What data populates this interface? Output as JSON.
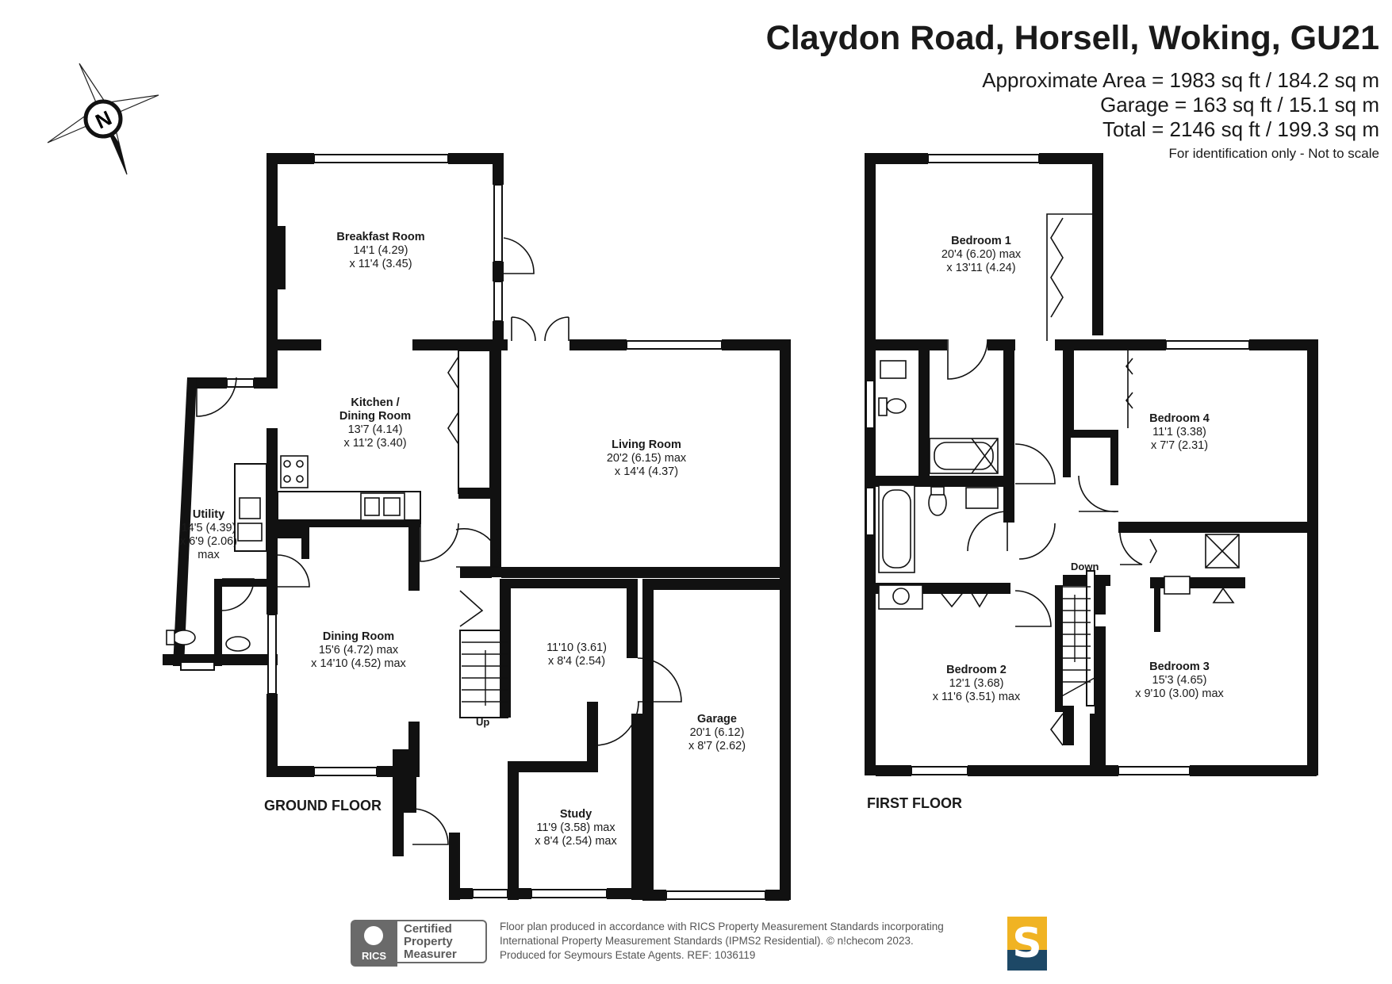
{
  "header": {
    "title": "Claydon Road, Horsell, Woking, GU21",
    "approx_area": "Approximate Area = 1983 sq ft / 184.2 sq m",
    "garage_area": "Garage = 163 sq ft / 15.1 sq m",
    "total_area": "Total = 2146 sq ft / 199.3 sq m",
    "note": "For identification only - Not to scale"
  },
  "compass": {
    "label": "N"
  },
  "ground_floor": {
    "label": "GROUND FLOOR",
    "rooms": [
      {
        "name": "Breakfast  Room",
        "dim1": "14'1 (4.29)",
        "dim2": "x 11'4 (3.45)"
      },
      {
        "name": "Kitchen /",
        "name2": "Dining Room",
        "dim1": "13'7 (4.14)",
        "dim2": "x 11'2 (3.40)"
      },
      {
        "name": "Living Room",
        "dim1": "20'2 (6.15) max",
        "dim2": "x 14'4 (4.37)"
      },
      {
        "name": "Utility",
        "dim1": "14'5 (4.39)",
        "dim2": "x 6'9 (2.06)",
        "dim3": "max"
      },
      {
        "name": "Dining Room",
        "dim1": "15'6 (4.72) max",
        "dim2": "x 14'10 (4.52) max"
      },
      {
        "name": "",
        "dim1": "11'10 (3.61)",
        "dim2": "x 8'4 (2.54)"
      },
      {
        "name": "Garage",
        "dim1": "20'1 (6.12)",
        "dim2": "x 8'7 (2.62)"
      },
      {
        "name": "Study",
        "dim1": "11'9 (3.58) max",
        "dim2": "x 8'4 (2.54) max"
      }
    ],
    "stairs_label": "Up"
  },
  "first_floor": {
    "label": "FIRST FLOOR",
    "rooms": [
      {
        "name": "Bedroom 1",
        "dim1": "20'4 (6.20) max",
        "dim2": "x 13'11 (4.24)"
      },
      {
        "name": "Bedroom 4",
        "dim1": "11'1 (3.38)",
        "dim2": "x 7'7 (2.31)"
      },
      {
        "name": "Bedroom 2",
        "dim1": "12'1 (3.68)",
        "dim2": "x 11'6 (3.51) max"
      },
      {
        "name": "Bedroom 3",
        "dim1": "15'3 (4.65)",
        "dim2": "x 9'10 (3.00) max"
      }
    ],
    "stairs_label": "Down"
  },
  "footer": {
    "line1": "Floor plan produced in accordance with RICS Property Measurement Standards incorporating",
    "line2": "International Property Measurement Standards (IPMS2 Residential).   © n!checom 2023.",
    "line3": "Produced for Seymours Estate Agents.   REF:  1036119",
    "rics_text": "RICS",
    "certified": "Certified",
    "property": "Property",
    "measurer": "Measurer",
    "brand_letter": "S"
  },
  "colors": {
    "wall": "#111111",
    "brand_yellow": "#f0b323",
    "brand_navy": "#1d4866",
    "rics_grey": "#6a6a6a"
  }
}
